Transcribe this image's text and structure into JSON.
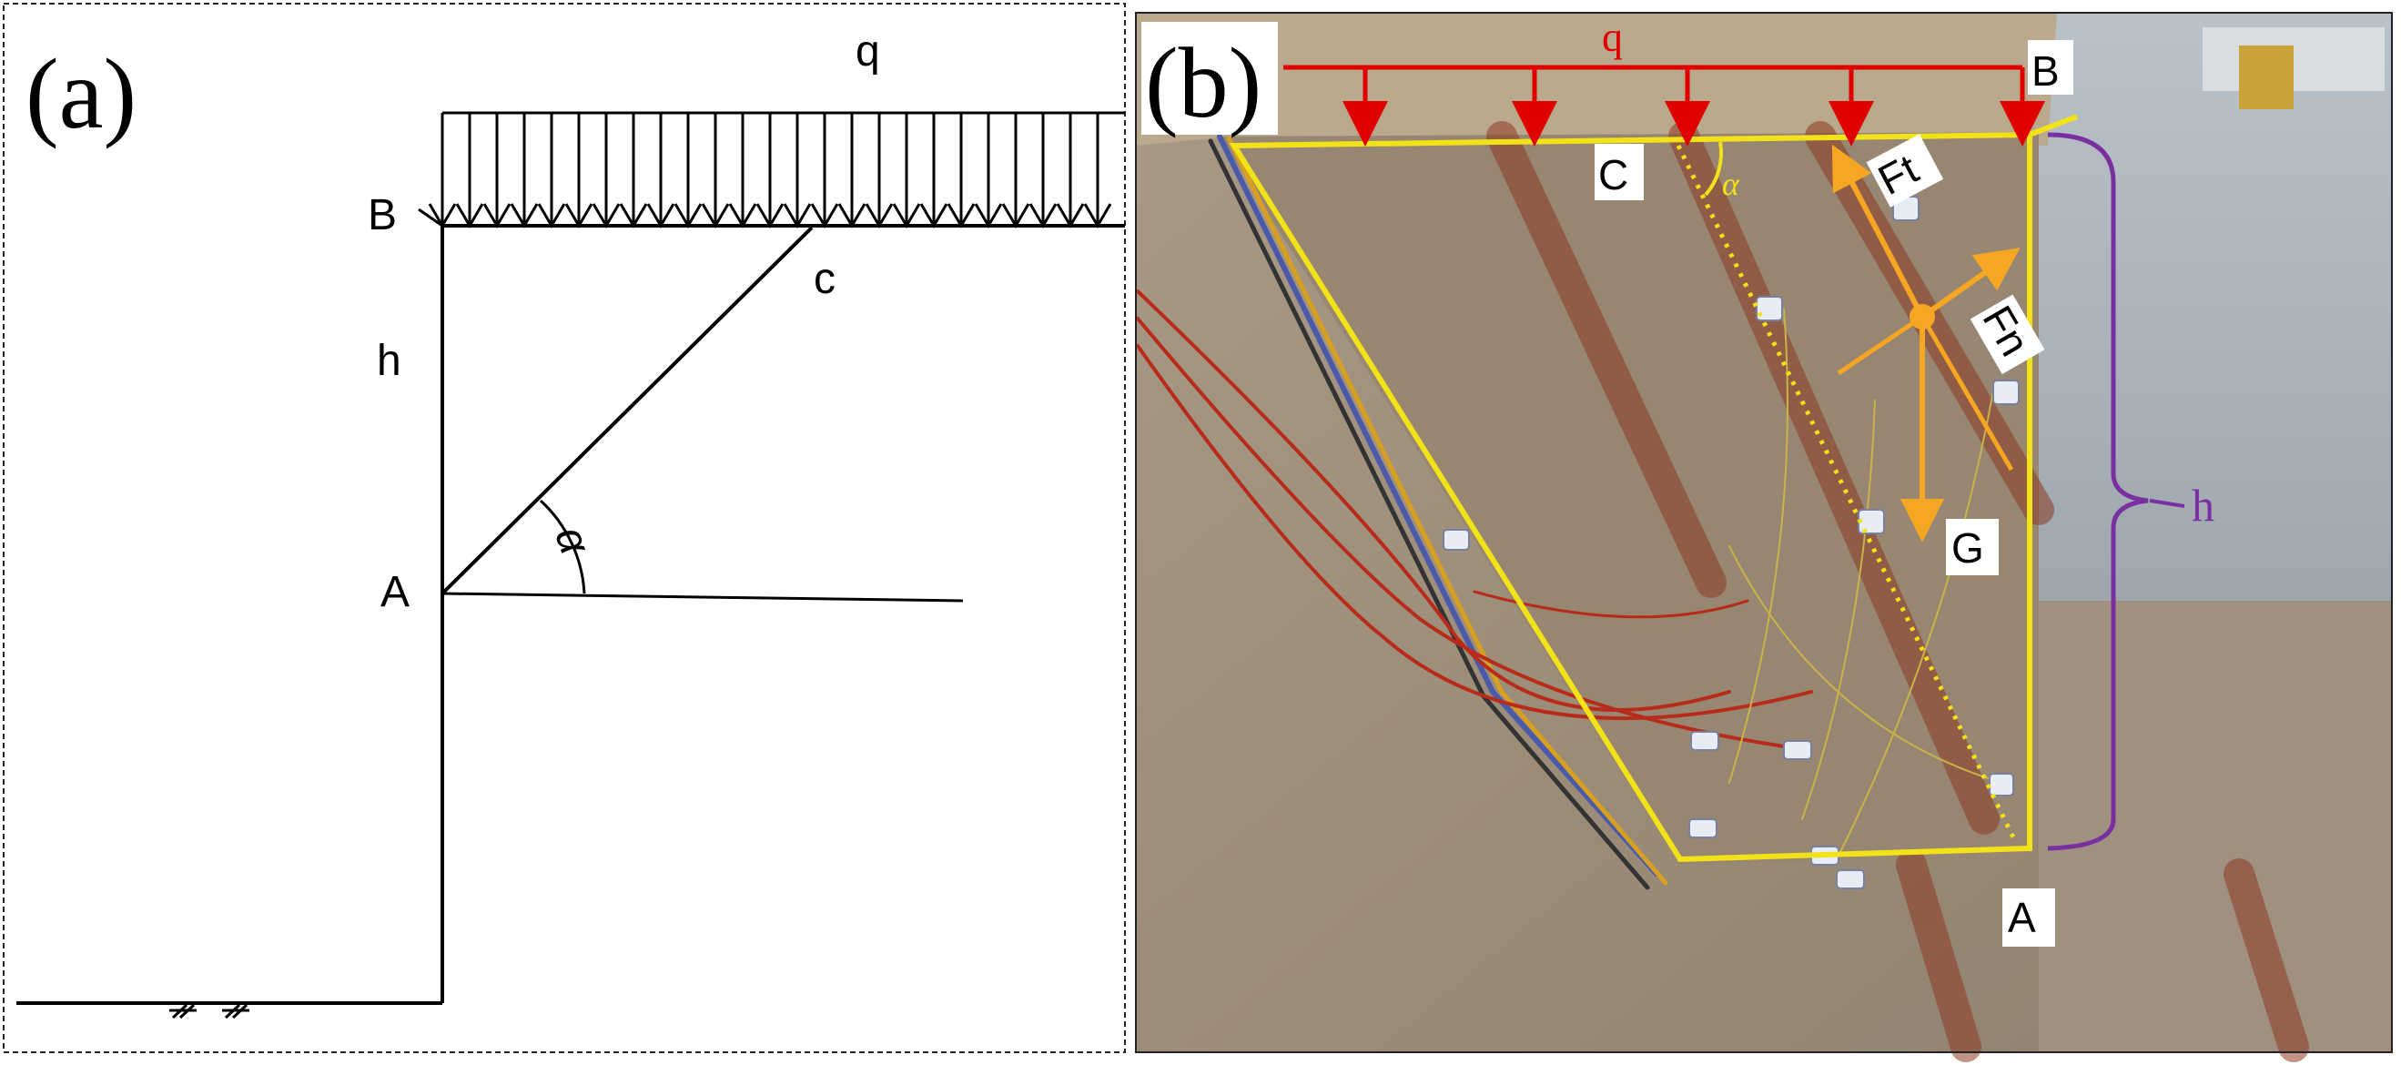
{
  "panel_a": {
    "tag": "(a)",
    "load_label": "q",
    "top_point": "B",
    "crack_point": "c",
    "height_label": "h",
    "toe_point": "A",
    "angle_label": "α"
  },
  "panel_b": {
    "tag": "(b)",
    "load_label": "q",
    "top_point": "B",
    "crack_point": "C",
    "angle_label": "α",
    "force_tangential": "Ft",
    "force_normal": "Fn",
    "gravity": "G",
    "height_label": "h",
    "toe_point": "A"
  },
  "colors": {
    "load_arrows": "#e00000",
    "outline": "#f2e21a",
    "forces": "#f5a623",
    "height_brace": "#7a2fa0"
  }
}
